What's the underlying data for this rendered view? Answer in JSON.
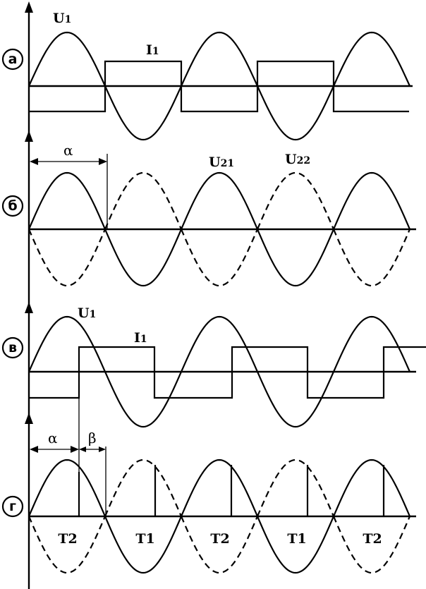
{
  "panels": {
    "a": {
      "marker": "а",
      "u1": {
        "main": "U",
        "sub": "1"
      },
      "i1": {
        "main": "I",
        "sub": "1"
      }
    },
    "b": {
      "marker": "б",
      "alpha": "α",
      "u21": {
        "main": "U",
        "sub": "21"
      },
      "u22": {
        "main": "U",
        "sub": "22"
      }
    },
    "v": {
      "marker": "в",
      "u1": {
        "main": "U",
        "sub": "1"
      },
      "i1": {
        "main": "I",
        "sub": "1"
      }
    },
    "g": {
      "marker": "г",
      "alpha": "α",
      "beta": "β",
      "intervals": [
        "T2",
        "T1",
        "T2",
        "T1",
        "T2"
      ]
    }
  }
}
